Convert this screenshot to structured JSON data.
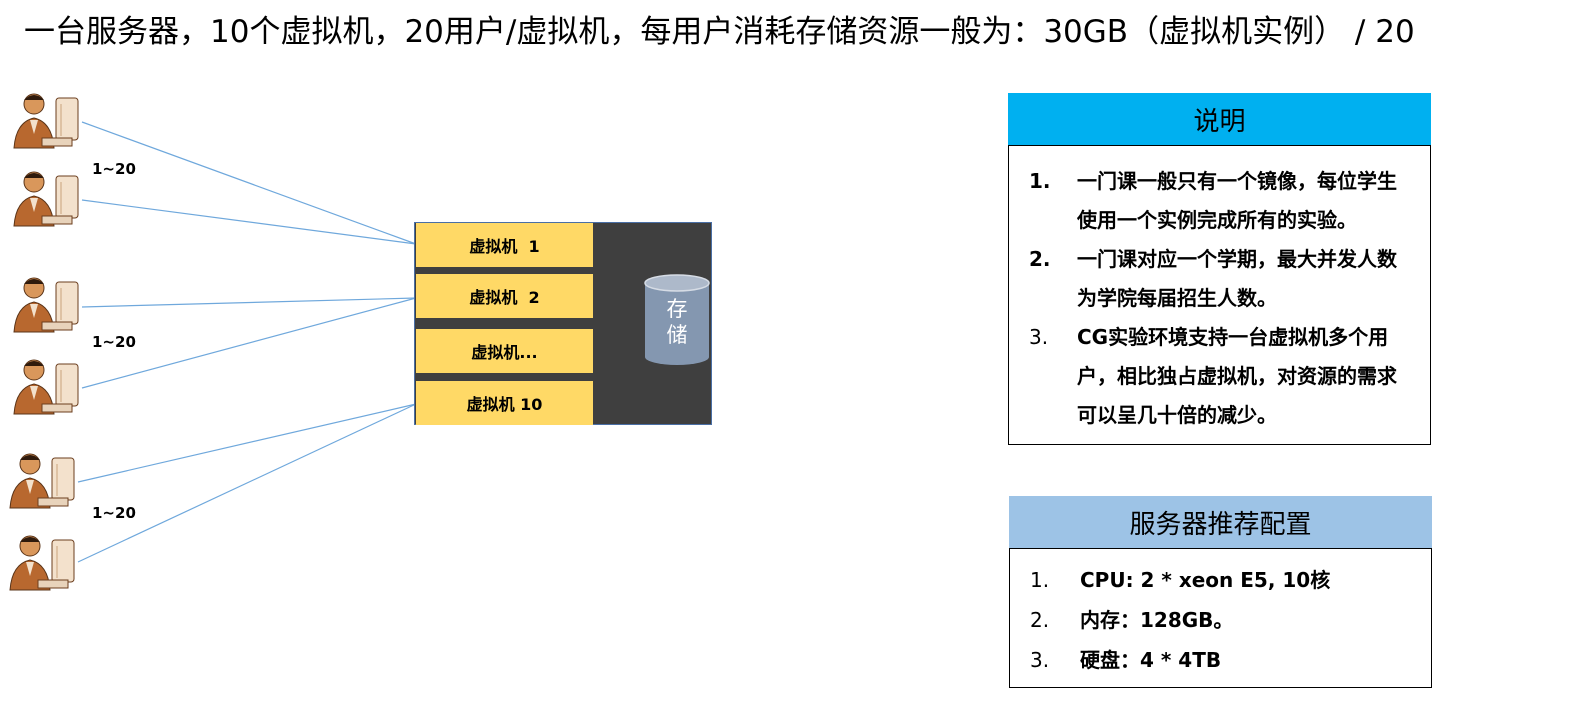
{
  "title": "一台服务器，10个虚拟机，20用户/虚拟机，每用户消耗存储资源一般为：30GB（虚拟机实例） / 20",
  "user_groups": [
    {
      "label": "1~20"
    },
    {
      "label": "1~20"
    },
    {
      "label": "1~20"
    }
  ],
  "virtual_machines": [
    {
      "label": "虚拟机  1"
    },
    {
      "label": "虚拟机  2"
    },
    {
      "label": "虚拟机..."
    },
    {
      "label": "虚拟机 10"
    }
  ],
  "storage": {
    "label_line1": "存",
    "label_line2": "储"
  },
  "notes": {
    "header": "说明",
    "header_color": "#00b0f0",
    "items": [
      {
        "num": "1.",
        "text": "一门课一般只有一个镜像，每位学生使用一个实例完成所有的实验。"
      },
      {
        "num": "2.",
        "text": "一门课对应一个学期，最大并发人数为学院每届招生人数。"
      },
      {
        "num": "3.",
        "text": "CG实验环境支持一台虚拟机多个用户，相比独占虚拟机，对资源的需求可以呈几十倍的减少。"
      }
    ]
  },
  "specs": {
    "header": "服务器推荐配置",
    "header_color": "#9dc3e6",
    "items": [
      {
        "num": "1.",
        "text": "CPU: 2 * xeon E5, 10核"
      },
      {
        "num": "2.",
        "text": "内存：128GB。"
      },
      {
        "num": "3.",
        "text": "硬盘：4 * 4TB"
      }
    ]
  },
  "colors": {
    "vm_fill": "#ffd966",
    "server_fill": "#3f3f3f",
    "storage_fill": "#8497b0",
    "connector_line": "#6fa8dc"
  }
}
